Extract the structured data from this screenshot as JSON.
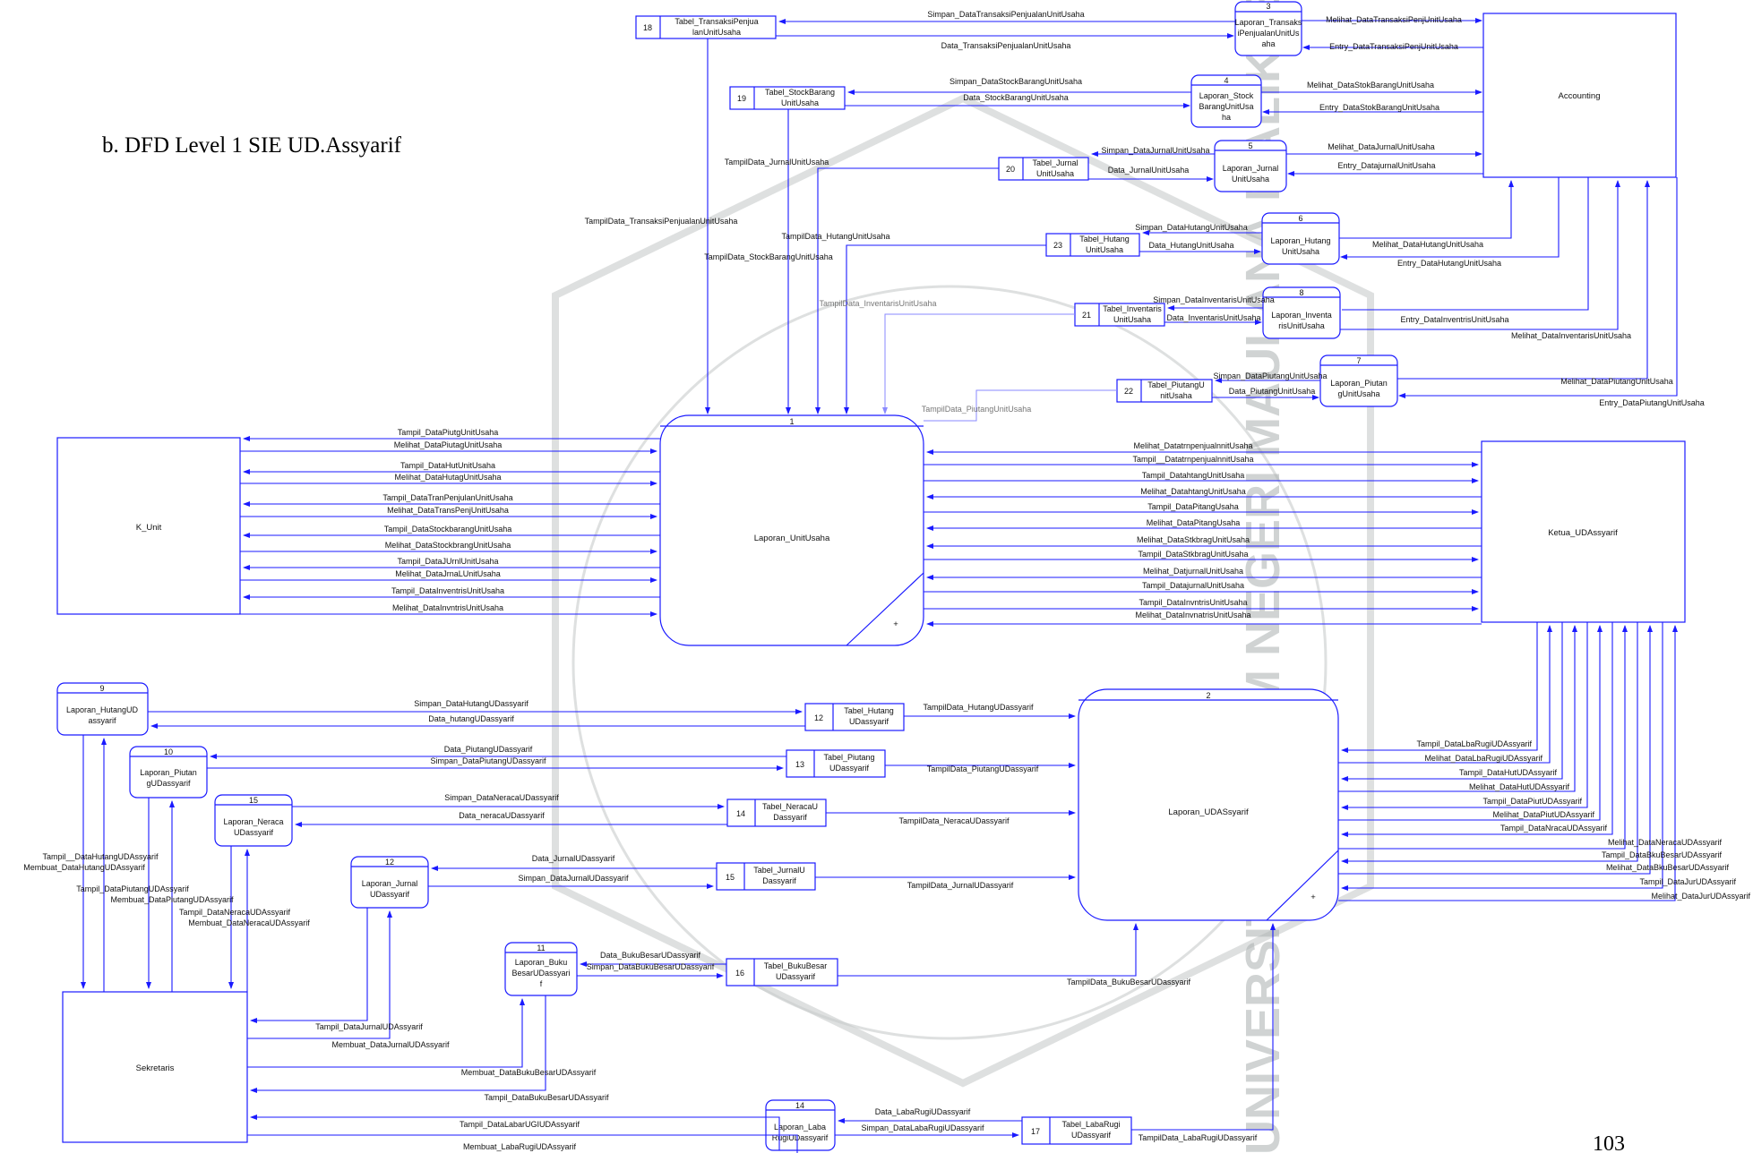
{
  "heading": "b.   DFD Level 1 SIE UD.Assyarif",
  "page_number": "103",
  "watermark": "UNIVERSITAS ISLAM NEGERI MAULANA MALIK IBRAHIM STATE ISLAMIC UNIVERSITY OF MALANG",
  "entities": {
    "k_unit": "K_Unit",
    "ketua": "Ketua_UDAssyarif",
    "accounting": "Accounting",
    "sekretaris": "Sekretaris"
  },
  "processes": {
    "p1": {
      "num": "1",
      "label": "Laporan_UnitUsaha",
      "plus": "+"
    },
    "p2": {
      "num": "2",
      "label": "Laporan_UDASsyarif",
      "plus": "+"
    },
    "p3": {
      "num": "3",
      "l1": "Laporan_Transaks",
      "l2": "iPenjualanUnitUs",
      "l3": "aha"
    },
    "p4": {
      "num": "4",
      "l1": "Laporan_Stock",
      "l2": "BarangUnitUsa",
      "l3": "ha"
    },
    "p5": {
      "num": "5",
      "l1": "Laporan_Jurnal",
      "l2": "UnitUsaha"
    },
    "p6": {
      "num": "6",
      "l1": "Laporan_Hutang",
      "l2": "UnitUsaha"
    },
    "p7": {
      "num": "7",
      "l1": "Laporan_Piutan",
      "l2": "gUnitUsaha"
    },
    "p8": {
      "num": "8",
      "l1": "Laporan_Inventa",
      "l2": "risUnitUsaha"
    },
    "p9": {
      "num": "9",
      "l1": "Laporan_HutangUD",
      "l2": "assyarif"
    },
    "p10": {
      "num": "10",
      "l1": "Laporan_Piutan",
      "l2": "gUDassyarif"
    },
    "p11": {
      "num": "11",
      "l1": "Laporan_Buku",
      "l2": "BesarUDassyari",
      "l3": "f"
    },
    "p12": {
      "num": "12",
      "l1": "Laporan_Jurnal",
      "l2": "UDassyarif"
    },
    "p14": {
      "num": "14",
      "l1": "Laporan_Laba",
      "l2": "RugiUDassyarif"
    },
    "p15": {
      "num": "15",
      "l1": "Laporan_Neraca",
      "l2": "UDassyarif"
    }
  },
  "stores": {
    "s18": {
      "num": "18",
      "l1": "Tabel_TransaksiPenjua",
      "l2": "lanUnitUsaha"
    },
    "s19": {
      "num": "19",
      "l1": "Tabel_StockBarang",
      "l2": "UnitUsaha"
    },
    "s20": {
      "num": "20",
      "l1": "Tabel_Jurnal",
      "l2": "UnitUsaha"
    },
    "s23": {
      "num": "23",
      "l1": "Tabel_Hutang",
      "l2": "UnitUsaha"
    },
    "s21": {
      "num": "21",
      "l1": "Tabel_Inventaris",
      "l2": "UnitUsaha"
    },
    "s22": {
      "num": "22",
      "l1": "Tabel_PiutangU",
      "l2": "nitUsaha"
    },
    "s12": {
      "num": "12",
      "l1": "Tabel_Hutang",
      "l2": "UDassyarif"
    },
    "s13": {
      "num": "13",
      "l1": "Tabel_Piutang",
      "l2": "UDassyarif"
    },
    "s14": {
      "num": "14",
      "l1": "Tabel_NeracaU",
      "l2": "Dassyarif"
    },
    "s15": {
      "num": "15",
      "l1": "Tabel_JurnalU",
      "l2": "Dassyarif"
    },
    "s16": {
      "num": "16",
      "l1": "Tabel_BukuBesar",
      "l2": "UDassyarif"
    },
    "s17": {
      "num": "17",
      "l1": "Tabel_LabaRugi",
      "l2": "UDassyarif"
    }
  },
  "flows": {
    "acc_top": [
      "Simpan_DataTransaksiPenjualanUnitUsaha",
      "Data_TransaksiPenjualanUnitUsaha",
      "Melihat_DataTransaksiPenjUnitUsaha",
      "Entry_DataTransaksiPenjUnitUsaha"
    ],
    "acc_stock": [
      "Simpan_DataStockBarangUnitUsaha",
      "Data_StockBarangUnitUsaha",
      "Melihat_DataStokBarangUnitUsaha",
      "Entry_DataStokBarangUnitUsaha"
    ],
    "acc_jurnal": [
      "Simpan_DataJurnalUnitUsaha",
      "Data_JurnalUnitUsaha",
      "Melihat_DataJurnalUnitUsaha",
      "Entry_DatajurnalUnitUsaha"
    ],
    "acc_hutang": [
      "Simpan_DataHutangUnitUsaha",
      "Data_HutangUnitUsaha",
      "Melihat_DataHutangUnitUsaha",
      "Entry_DataHutangUnitUsaha"
    ],
    "acc_inv": [
      "Simpan_DataInventarisUnitUsaha",
      "Data_InventarisUnitUsaha",
      "Entry_DataInventrisUnitUsaha",
      "Melihat_DataInventarisUnitUsaha"
    ],
    "acc_piut": [
      "Simpan_DataPiutangUnitUsaha",
      "Data_PiutangUnitUsaha",
      "Melihat_DataPiutangUnitUsaha",
      "Entry_DataPiutangUnitUsaha"
    ],
    "tampil_to_p1": [
      "TampilData_TransaksiPenjualanUnitUsaha",
      "TampilData_StockBarangUnitUsaha",
      "TampilData_JurnalUnitUsaha",
      "TampilData_HutangUnitUsaha",
      "TampilData_InventarisUnitUsaha",
      "TampilData_PiutangUnitUsaha"
    ],
    "kunit": [
      "Tampil_DataPiutgUnitUsaha",
      "Melihat_DataPiutagUnitUsaha",
      "Tampil_DataHutUnitUsaha",
      "Melihat_DataHutagUnitUsaha",
      "Tampil_DataTranPenjulanUnitUsaha",
      "Melihat_DataTransPenjUnitUsaha",
      "Tampil_DataStockbarangUnitUsaha",
      "Melihat_DataStockbrangUnitUsaha",
      "Tampil_DataJUrnlUnitUsaha",
      "Melihat_DataJrnaLUnitUsaha",
      "Tampil_DataInventrisUnitUsaha",
      "Melihat_DataInvntrisUnitUsaha"
    ],
    "ketua_p1": [
      "Melihat_DatatrnpenjualnnitUsaha",
      "Tampil__DatatrnpenjualnnitUsaha",
      "Tampil_DatahtangUnitUsaha",
      "Melihat_DatahtangUnitUsaha",
      "Tampil_DataPitangUsaha",
      "Melihat_DataPitangUsaha",
      "Melihat_DataStkbragUnitUsaha",
      "Tampil_DataStkbragUnitUsaha",
      "Melihat_DatjurnalUnitUsaha",
      "Tampil_DatajurnalUnitUsaha",
      "Tampil_DataInvntrisUnitUsaha",
      "Melihat_DataInvnatrisUnitUsaha"
    ],
    "ketua_p2": [
      "Tampil_DataLbaRugiUDAssyarif",
      "Melihat_DataLbaRugiUDAssyarif",
      "Tampil_DataHutUDAssyarif",
      "Melihat_DataHutUDAssyarif",
      "Tampil_DataPiutUDAssyarif",
      "Melihat_DataPiutUDAssyarif",
      "Tampil_DataNracaUDAssyarif",
      "Melihat_DataNeracaUDAssyarif",
      "Tampil_DataBkuBesarUDAssyarif",
      "Melihat_DataBkuBesarUDAssyarif",
      "Tampil_DataJurUDAssyarif",
      "Melihat_DataJurUDAssyarif"
    ],
    "ud_hutang": [
      "Simpan_DataHutangUDassyarif",
      "Data_hutangUDassyarif",
      "TampilData_HutangUDassyarif"
    ],
    "ud_piutang": [
      "Data_PiutangUDassyarif",
      "Simpan_DataPiutangUDassyarif",
      "TampilData_PiutangUDassyarif"
    ],
    "ud_neraca": [
      "Simpan_DataNeracaUDassyarif",
      "Data_neracaUDassyarif",
      "TampilData_NeracaUDassyarif"
    ],
    "ud_jurnal": [
      "Data_JurnalUDassyarif",
      "Simpan_DataJurnalUDassyarif",
      "TampilData_JurnalUDassyarif"
    ],
    "ud_bukubesar": [
      "Data_BukuBesarUDassyarif",
      "Simpan_DataBukuBesarUDassyarif",
      "TampilData_BukuBesarUDassyarif"
    ],
    "ud_labarugi": [
      "Data_LabaRugiUDassyarif",
      "Simpan_DataLabaRugiUDassyarif",
      "TampilData_LabaRugiUDassyarif"
    ],
    "sek": [
      "Tampil__DataHutangUDAssyarif",
      "Membuat_DataHutangUDAssyarif",
      "Tampil_DataPiutangUDAssyarif",
      "Membuat_DataPiutangUDAssyarif",
      "Tampil_DataNeracaUDAssyarif",
      "Membuat_DataNeracaUDAssyarif",
      "Tampil_DataJurnalUDAssyarif",
      "Membuat_DataJurnalUDAssyarif",
      "Membuat_DataBukuBesarUDAssyarif",
      "Tampil_DataBukuBesarUDAssyarif",
      "Tampil_DataLabarUGIUDAssyarif",
      "Membuat_LabaRugiUDAssyarif"
    ]
  }
}
